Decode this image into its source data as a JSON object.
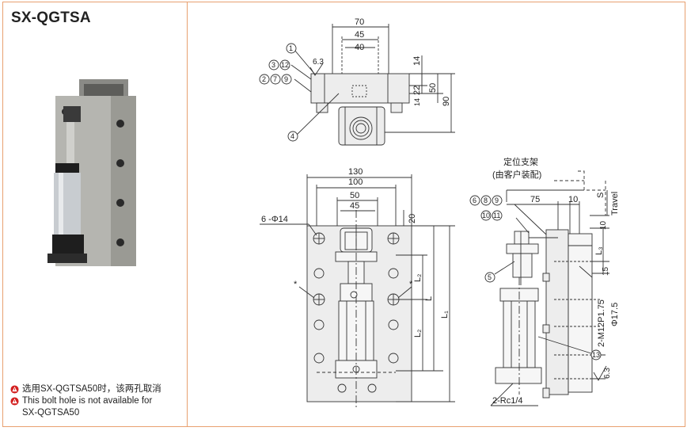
{
  "title": "SX-QGTSA",
  "notes": {
    "line_cn": "选用SX-QGTSA50时，该两孔取消",
    "line_en_1": "This bolt hole is not available for",
    "line_en_2": "SX-QGTSA50"
  },
  "top_view": {
    "dim_70": "70",
    "dim_45": "45",
    "dim_40": "40",
    "dim_14": "14",
    "dim_22": "22",
    "dim_50": "50",
    "dim_90": "90",
    "dim_14b": "14",
    "surface": "6.3",
    "callouts": [
      "1",
      "3",
      "12",
      "2",
      "7",
      "9",
      "4"
    ]
  },
  "front_view": {
    "dim_130": "130",
    "dim_100": "100",
    "dim_50": "50",
    "dim_45": "45",
    "dim_20": "20",
    "holes": "6 -Φ14",
    "L": "L",
    "L1": "L₁",
    "L2a": "L₂",
    "L2b": "L₂",
    "star": "*"
  },
  "side_view": {
    "support_cn_1": "定位支架",
    "support_cn_2": "(由客户装配)",
    "callouts_a": [
      "6",
      "8",
      "9"
    ],
    "callouts_b": [
      "10",
      "11"
    ],
    "callout_5": "5",
    "callout_13": "13",
    "dim_75": "75",
    "dim_10": "10",
    "dim_10b": "10",
    "S": "S",
    "travel": "Travel",
    "L3": "L₃",
    "dim_15": "15",
    "thread": "2-M12P1.75",
    "phi": "Φ17.5",
    "port": "2-Rc1/4",
    "surface": "6.3"
  }
}
